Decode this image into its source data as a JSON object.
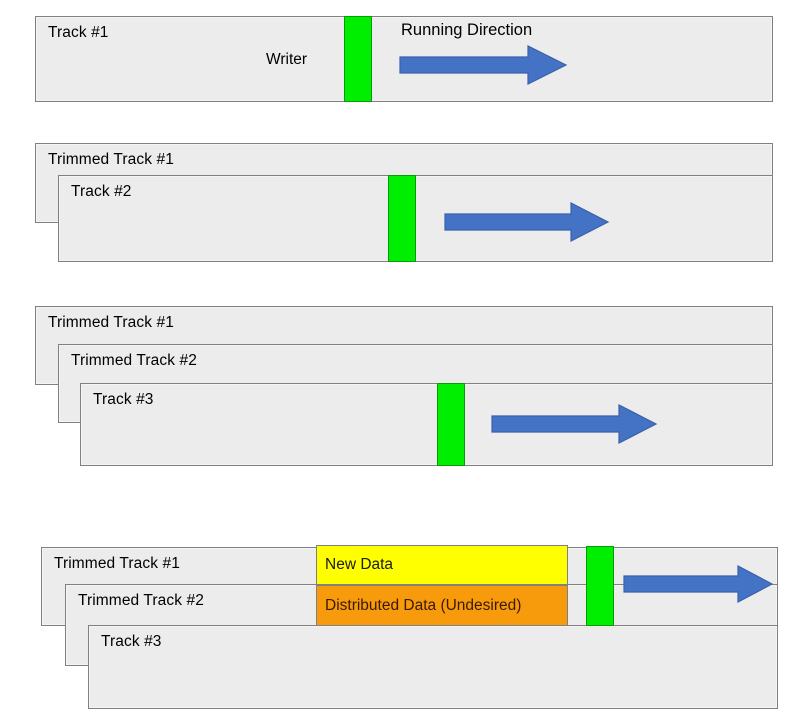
{
  "diagram": {
    "title": "Shingled Magnetic Recording track overwrite illustration",
    "colors": {
      "track_fill": "#ececec",
      "track_border": "#808080",
      "writer_green": "#00ee00",
      "arrow_blue": "#4472c4",
      "new_data_yellow": "#ffff00",
      "distributed_data_orange": "#f79b0c"
    },
    "labels": {
      "writer": "Writer",
      "running_direction": "Running Direction",
      "track1": "Track #1",
      "track2": "Track #2",
      "track3": "Track #3",
      "trimmed_track1": "Trimmed Track #1",
      "trimmed_track2": "Trimmed Track #2",
      "new_data": "New Data",
      "distributed_data": "Distributed Data (Undesired)"
    }
  },
  "panels": [
    {
      "id": "panel-1",
      "lanes": [
        {
          "label": "Track #1"
        }
      ],
      "annotations": [
        "Writer",
        "Running Direction"
      ]
    },
    {
      "id": "panel-2",
      "lanes": [
        {
          "label": "Trimmed Track #1"
        },
        {
          "label": "Track #2"
        }
      ],
      "annotations": []
    },
    {
      "id": "panel-3",
      "lanes": [
        {
          "label": "Trimmed Track #1"
        },
        {
          "label": "Trimmed Track #2"
        },
        {
          "label": "Track #3"
        }
      ],
      "annotations": []
    },
    {
      "id": "panel-4",
      "lanes": [
        {
          "label": "Trimmed Track #1"
        },
        {
          "label": "Trimmed Track #2"
        },
        {
          "label": "Track #3"
        }
      ],
      "data_blocks": [
        {
          "label": "New Data"
        },
        {
          "label": "Distributed Data (Undesired)"
        }
      ]
    }
  ]
}
